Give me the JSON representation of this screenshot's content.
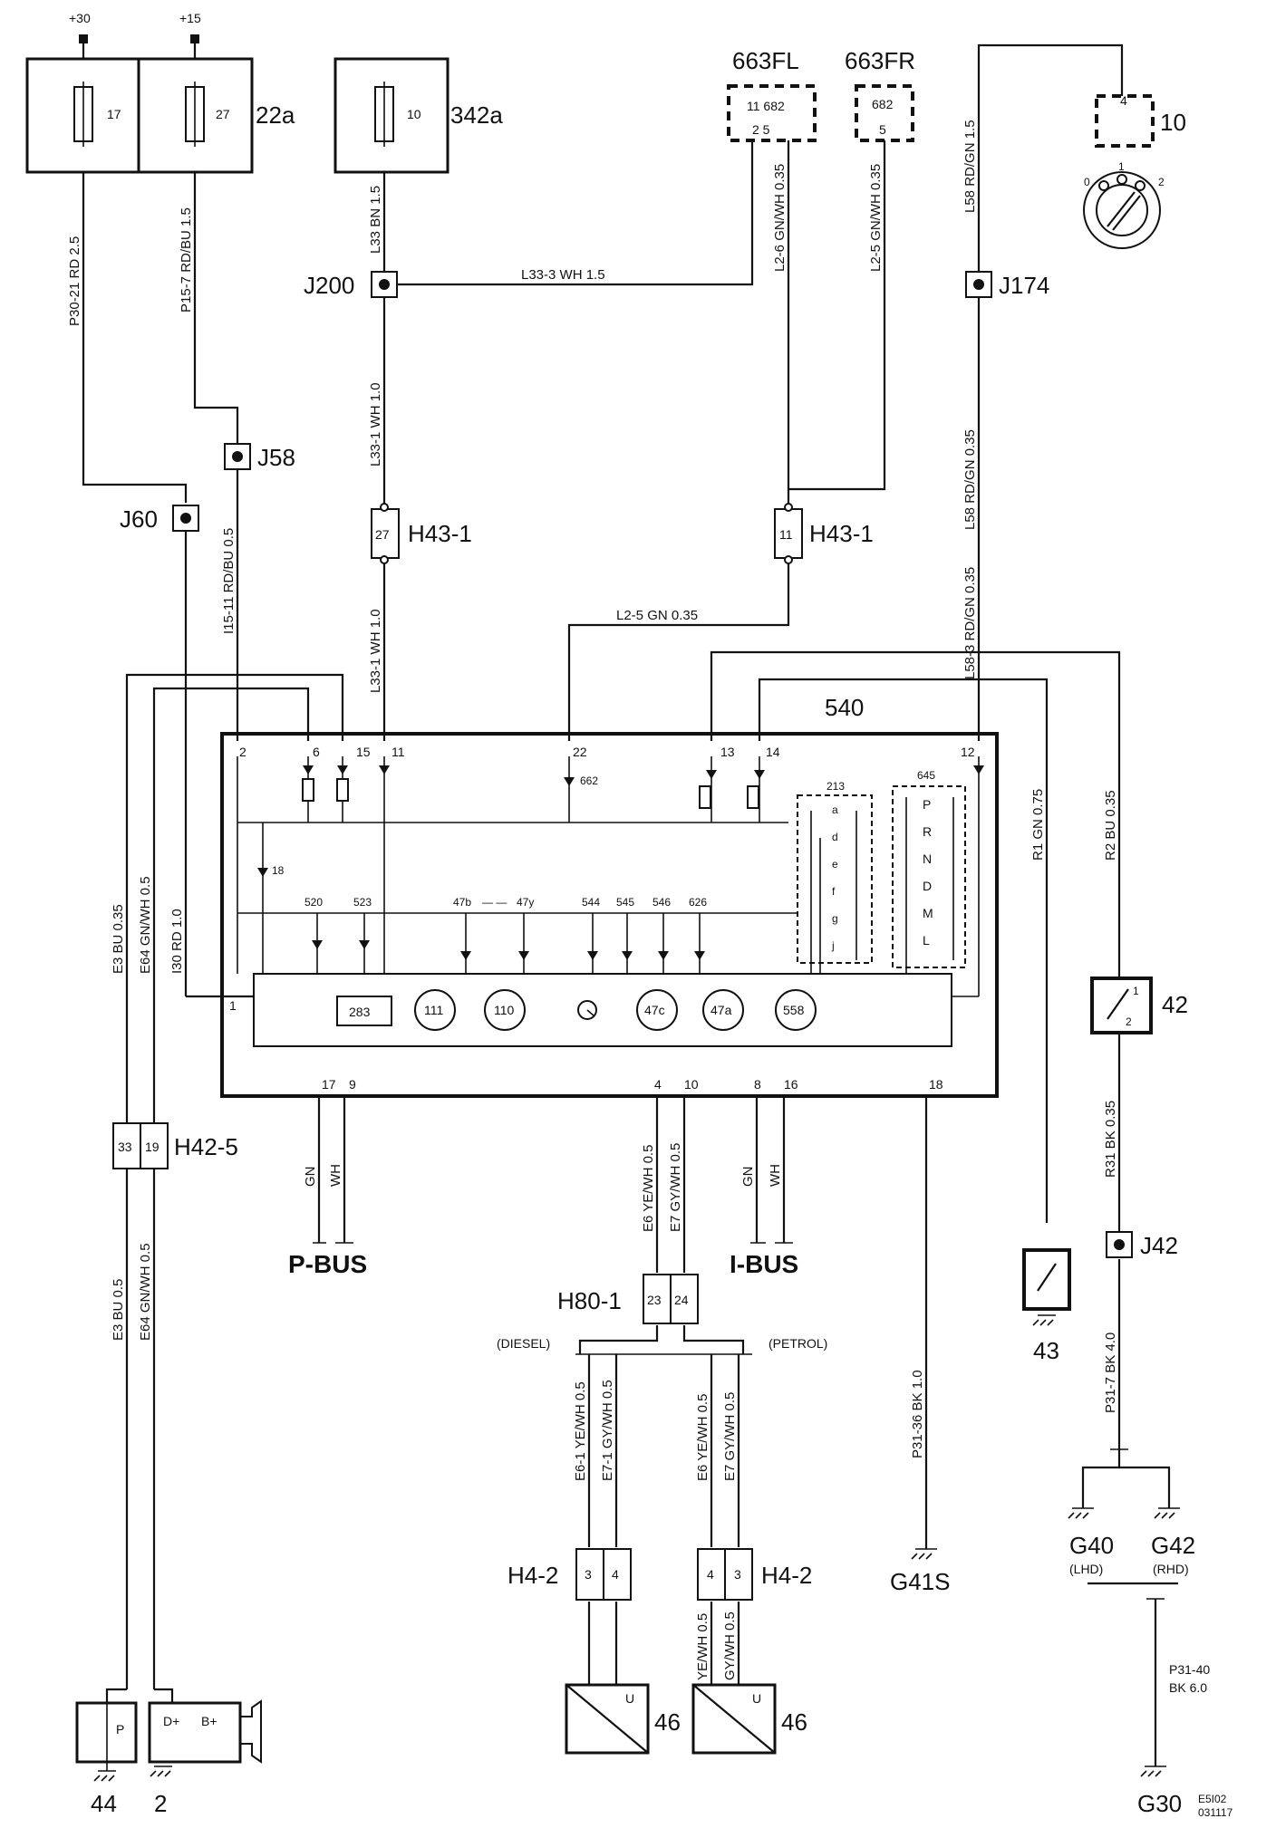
{
  "supply": {
    "p30": "+30",
    "p15": "+15"
  },
  "fuse_boxes": {
    "a22": {
      "label": "22a",
      "fuse1": "17",
      "fuse2": "27"
    },
    "a342": {
      "label": "342a",
      "fuse": "10"
    }
  },
  "modules": {
    "m663fl": {
      "label": "663FL",
      "inner": "11  682",
      "pins": "2  5"
    },
    "m663fr": {
      "label": "663FR",
      "inner": "682",
      "pin": "5"
    },
    "m10": {
      "label": "10",
      "inner": "4"
    }
  },
  "junctions": {
    "j200": "J200",
    "j58": "J58",
    "j60": "J60",
    "j174": "J174",
    "j42": "J42"
  },
  "connectors": {
    "h43_1": "H43-1",
    "h43_1_pin27": "27",
    "h43_1_pin11": "11",
    "h42_5": "H42-5",
    "h42_5_pin33": "33",
    "h42_5_pin19": "19",
    "h80_1": "H80-1",
    "h80_1_pin23": "23",
    "h80_1_pin24": "24",
    "h4_2": "H4-2",
    "h4_2_a1": "3",
    "h4_2_a2": "4",
    "h4_2_b1": "4",
    "h4_2_b2": "3"
  },
  "wires": {
    "p30_21": "P30-21  RD  2.5",
    "p15_7": "P15-7  RD/BU  1.5",
    "l33": "L33  BN  1.5",
    "l33_3": "L33-3  WH  1.5",
    "l2_6": "L2-6  GN/WH  0.35",
    "l2_5_top": "L2-5  GN/WH  0.35",
    "l58": "L58  RD/GN  1.5",
    "l33_1_a": "L33-1  WH  1.0",
    "l58_b": "L58  RD/GN  0.35",
    "i15_11": "I15-11  RD/BU  0.5",
    "l33_1_b": "L33-1  WH  1.0",
    "l2_5_gn": "L2-5   GN   0.35",
    "l58_3": "L58-3  RD/GN  0.35",
    "r1": "R1  GN  0.75",
    "r2": "R2  BU  0.35",
    "e3_top": "E3  BU  0.35",
    "e64_top": "E64  GN/WH  0.5",
    "i30": "I30  RD  1.0",
    "pbus_gn": "GN",
    "pbus_wh": "WH",
    "e6": "E6  YE/WH  0.5",
    "e7": "E7  GY/WH  0.5",
    "ibus_gn": "GN",
    "ibus_wh": "WH",
    "r31": "R31  BK  0.35",
    "e3_bot": "E3  BU  0.5",
    "e64_bot": "E64  GN/WH  0.5",
    "p31_36": "P31-36  BK  1.0",
    "p31_7": "P31-7  BK  4.0",
    "e6_1": "E6-1  YE/WH  0.5",
    "e7_1": "E7-1  GY/WH  0.5",
    "e6_b": "E6  YE/WH  0.5",
    "e7_b": "E7  GY/WH  0.5",
    "yewh_1": "YE/WH  0.5",
    "gywh_1": "GY/WH  0.5",
    "p31_40": "P31-40",
    "p31_40b": "BK  6.0"
  },
  "cluster": {
    "label": "540",
    "pins_top": [
      "2",
      "6",
      "15",
      "11",
      "22",
      "13",
      "14",
      "12"
    ],
    "pin_left": "1",
    "pins_bottom": [
      "17",
      "9",
      "4",
      "10",
      "8",
      "16",
      "18"
    ],
    "lamp_labels": [
      "18",
      "520",
      "523",
      "47b",
      "47y",
      "544",
      "545",
      "546",
      "626"
    ],
    "lamp_dash": "—  —",
    "led_662": "662",
    "group_213": "213",
    "group_645": "645",
    "gears": [
      "P",
      "R",
      "N",
      "D",
      "M",
      "L"
    ],
    "subletters": [
      "a",
      "d",
      "e",
      "f",
      "g",
      "j"
    ],
    "gauges": [
      "283",
      "111",
      "110",
      "47c",
      "47a",
      "558"
    ]
  },
  "bus": {
    "pbus": "P-BUS",
    "ibus": "I-BUS"
  },
  "variants": {
    "diesel": "(DIESEL)",
    "petrol": "(PETROL)"
  },
  "components": {
    "c42": "42",
    "c43": "43",
    "c44": "44",
    "c2": "2",
    "c46a": "46",
    "c46b": "46",
    "c44_p": "P",
    "c2_dplus": "D+",
    "c2_bplus": "B+",
    "c46_u": "U",
    "c42_1": "1",
    "c42_2": "2",
    "switch_0": "0",
    "switch_1": "1",
    "switch_2": "2"
  },
  "grounds": {
    "g41s": "G41S",
    "g40": "G40",
    "g40_sub": "(LHD)",
    "g42": "G42",
    "g42_sub": "(RHD)",
    "g30": "G30"
  },
  "footnote": {
    "code": "E5I02",
    "date": "031117"
  }
}
